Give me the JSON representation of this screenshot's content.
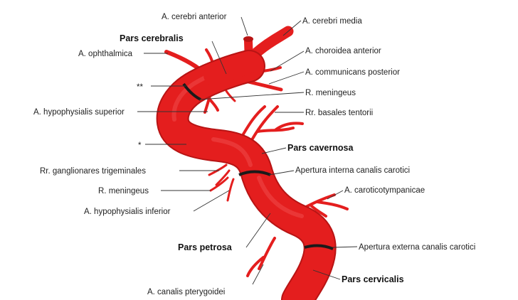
{
  "colors": {
    "artery": "#e41e1e",
    "artery_shadow": "#b81414",
    "artery_highlight": "#f25555",
    "ring": "#1a1a1a",
    "leader": "#333333",
    "text": "#222222"
  },
  "labels": {
    "a_cerebri_anterior": "A. cerebri anterior",
    "a_cerebri_media": "A. cerebri media",
    "pars_cerebralis": "Pars cerebralis",
    "a_ophthalmica": "A. ophthalmica",
    "a_choroidea_anterior": "A. choroidea anterior",
    "a_communicans_posterior": "A. communicans posterior",
    "double_asterisk": "**",
    "r_meningeus_upper": "R. meningeus",
    "a_hypophysialis_superior": "A. hypophysialis superior",
    "rr_basales_tentorii": "Rr. basales tentorii",
    "asterisk": "*",
    "pars_cavernosa": "Pars cavernosa",
    "apertura_interna": "Apertura interna canalis carotici",
    "rr_ganglionares": "Rr. ganglionares trigeminales",
    "r_meningeus_lower": "R. meningeus",
    "a_caroticotympanicae": "A. caroticotympanicae",
    "a_hypophysialis_inferior": "A. hypophysialis inferior",
    "pars_petrosa": "Pars petrosa",
    "apertura_externa": "Apertura externa canalis carotici",
    "pars_cervicalis": "Pars cervicalis",
    "a_canalis_pterygoidei": "A. canalis pterygoidei"
  }
}
